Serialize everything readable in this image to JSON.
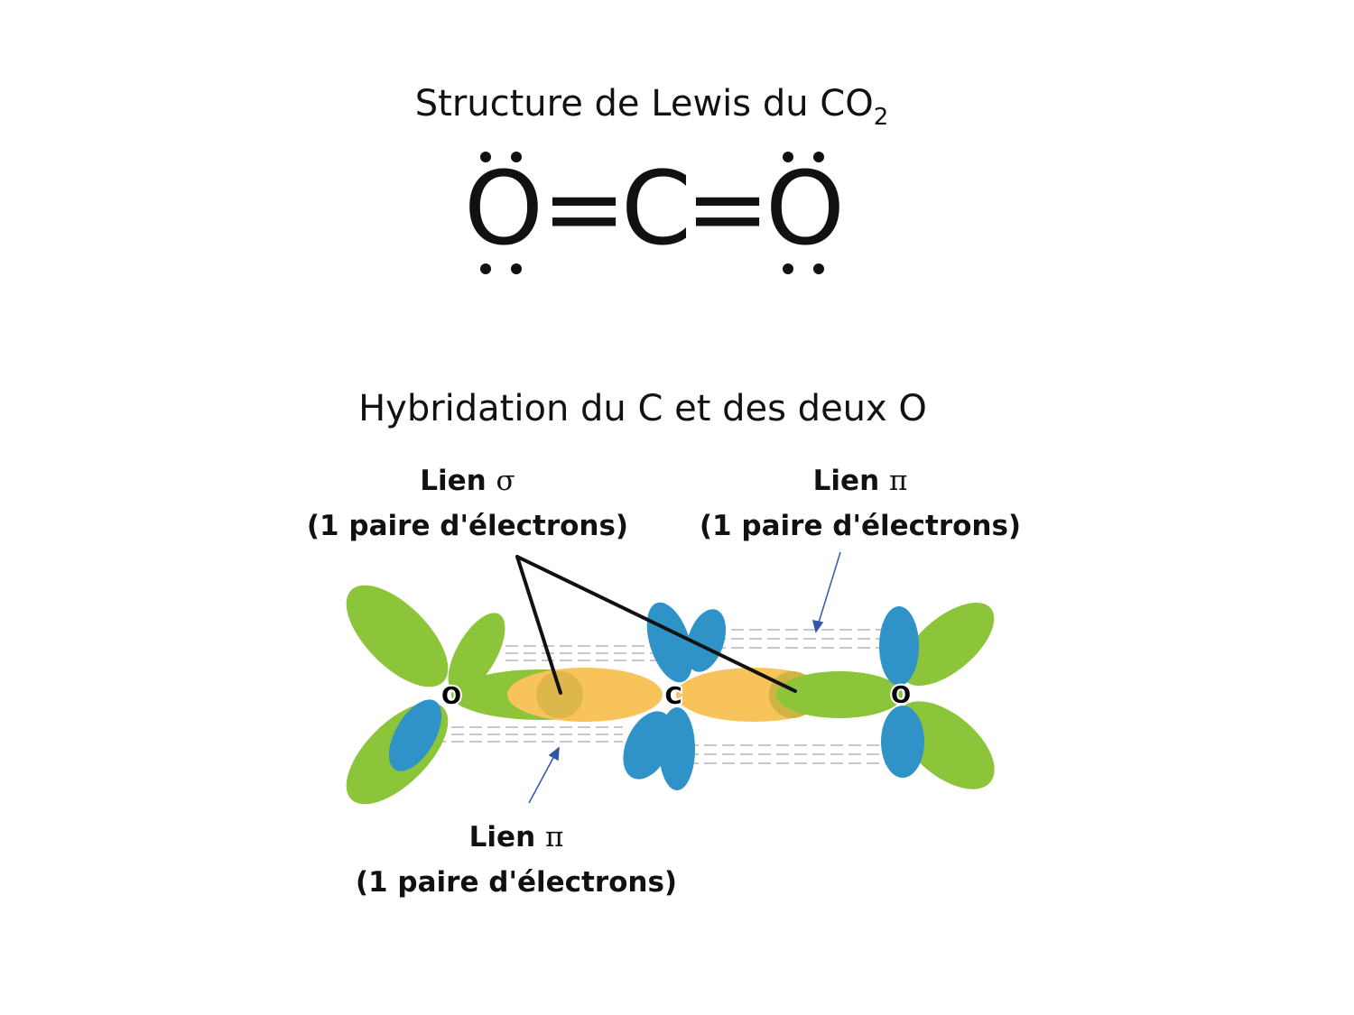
{
  "lewis": {
    "title_text": "Structure de Lewis du CO",
    "title_subscript": "2",
    "atoms": [
      "O",
      "C",
      "O"
    ],
    "bonds": [
      "=",
      "="
    ]
  },
  "hybridation": {
    "title": "Hybridation du C et des deux O",
    "atom_labels": [
      "O",
      "C",
      "O"
    ]
  },
  "labels": {
    "sigma": {
      "name": "Lien",
      "symbol": "σ",
      "detail": "(1 paire d'électrons)"
    },
    "pi_top": {
      "name": "Lien",
      "symbol": "π",
      "detail": "(1 paire d'électrons)"
    },
    "pi_bottom": {
      "name": "Lien",
      "symbol": "π",
      "detail": "(1 paire d'électrons)"
    }
  },
  "colors": {
    "sp_orbital": "#8cc43a",
    "sigma_overlap": "#f8c35a",
    "p_orbital": "#2f93c7",
    "pointer_line": "#111111",
    "arrow": "#3355aa"
  }
}
